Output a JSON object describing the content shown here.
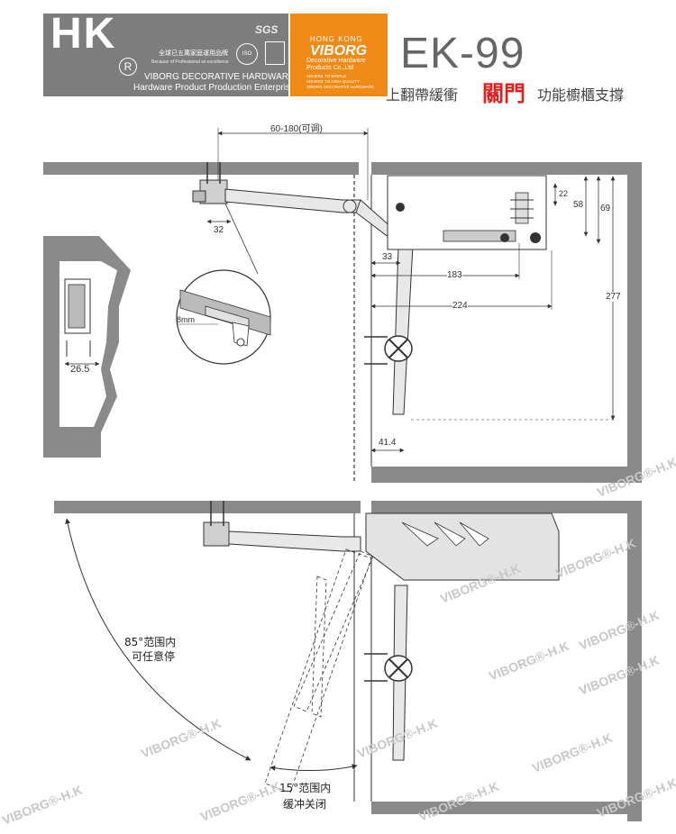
{
  "header": {
    "hk": "HK",
    "sgs": "SGS",
    "r_mark": "R",
    "brand_cn": "全球已五萬家庭運用品牌",
    "brand_slogan": "Because of Professional so excellence",
    "brand_en_1": "VIBORG DECORATIVE HARDWARE",
    "brand_en_2": "Hardware Product Production Enterprise",
    "iso": "ISO",
    "hongkong": "HONG KONG",
    "viborg": "VIBORG",
    "viborg_sub_1": "Decorative Hardware",
    "viborg_sub_2": "Products Co.,Ltd",
    "viborg_tiny_1": "ADHERE TO WORLD",
    "viborg_tiny_2": "ADHERE TO HIGH QUALITY",
    "viborg_tiny_3": "VIBORG DECORATIVE HARDWARE",
    "model": "EK-99",
    "subtitle_a": "上翻帶緩衝",
    "subtitle_b": "關門",
    "subtitle_c": "功能櫥櫃支撐"
  },
  "dimensions": {
    "span": "60-180(可调)",
    "d32": "32",
    "d8mm": "8mm",
    "d26_5": "26.5",
    "d22": "22",
    "d58": "58",
    "d69": "69",
    "d33": "33",
    "d183": "183",
    "d224": "224",
    "d277": "277",
    "d41_4": "41.4"
  },
  "annotations": {
    "range85_deg": "85°",
    "range85_l1": "范围内",
    "range85_l2": "可任意停",
    "range15_deg": "15°",
    "range15_l1": "范围内",
    "range15_l2": "缓冲关闭"
  },
  "watermark": "VIBORG®-H.K",
  "colors": {
    "banner_gray": "#7d7d7d",
    "brand_orange": "#f08a17",
    "title_red": "#e02020",
    "cabinet_gray": "#8a8a8a"
  }
}
